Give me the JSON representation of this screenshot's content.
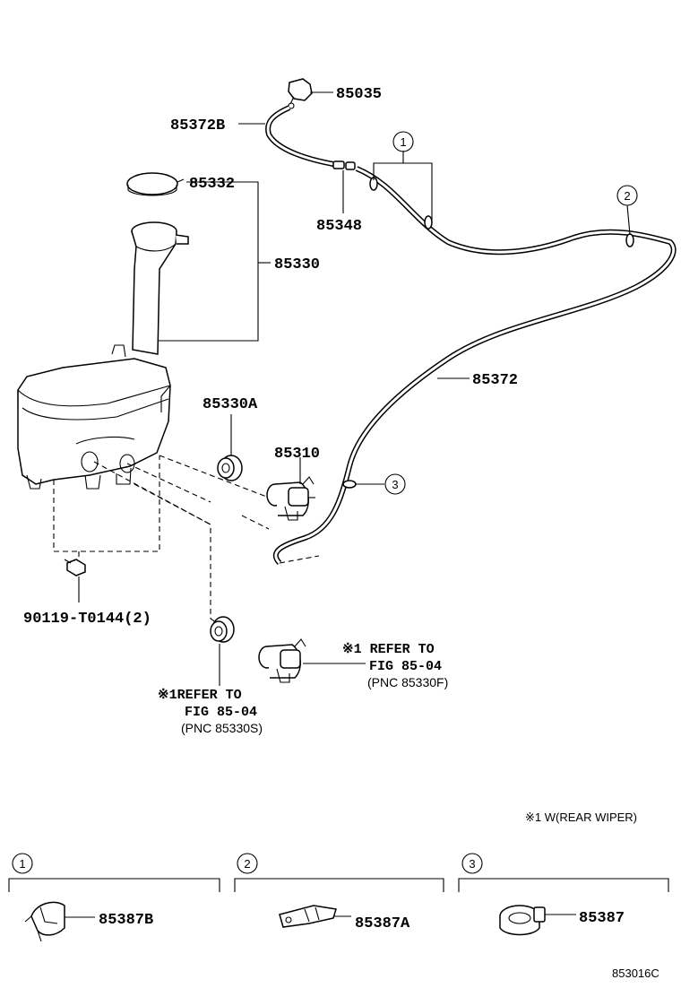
{
  "labels": {
    "p85035": "85035",
    "p85372B": "85372B",
    "p85332": "85332",
    "p85348": "85348",
    "p85330": "85330",
    "p85372": "85372",
    "p85330A": "85330A",
    "p85310": "85310",
    "p90119": "90119-T0144(2)",
    "p85387B": "85387B",
    "p85387A": "85387A",
    "p85387": "85387"
  },
  "refs": {
    "right_l1": "※1 REFER TO",
    "right_l2": "FIG 85-04",
    "right_l3": "(PNC 85330F)",
    "left_l1": "※1REFER TO",
    "left_l2": "FIG 85-04",
    "left_l3": "(PNC 85330S)"
  },
  "callouts": [
    "1",
    "2",
    "3"
  ],
  "note": "※1 W(REAR WIPER)",
  "figure_code": "853016C"
}
